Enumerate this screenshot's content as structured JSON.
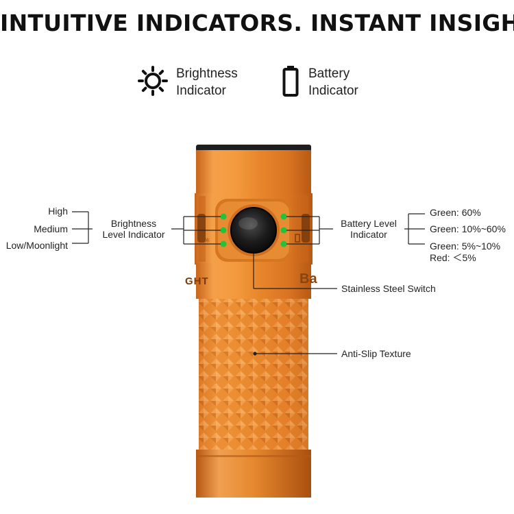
{
  "title": "INTUITIVE INDICATORS. INSTANT INSIGHT",
  "legend": {
    "brightness": {
      "icon": "sun-icon",
      "line1": "Brightness",
      "line2": "Indicator"
    },
    "battery": {
      "icon": "battery-icon",
      "line1": "Battery",
      "line2": "Indicator"
    }
  },
  "brightness_levels": [
    "High",
    "Medium",
    "Low/Moonlight"
  ],
  "brightness_label": {
    "line1": "Brightness",
    "line2": "Level Indicator"
  },
  "battery_label": {
    "line1": "Battery Level",
    "line2": "Indicator"
  },
  "battery_levels": [
    "Green:  60%",
    "Green: 10%~60%",
    "Green: 5%~10%",
    "Red: ＜5%"
  ],
  "switch_label": "Stainless Steel Switch",
  "texture_label": "Anti-Slip Texture",
  "body_text": {
    "left": "GHT",
    "right": "Ba"
  },
  "colors": {
    "body": "#e8862c",
    "led": "#22c33a",
    "switch": "#1b1b1b"
  }
}
